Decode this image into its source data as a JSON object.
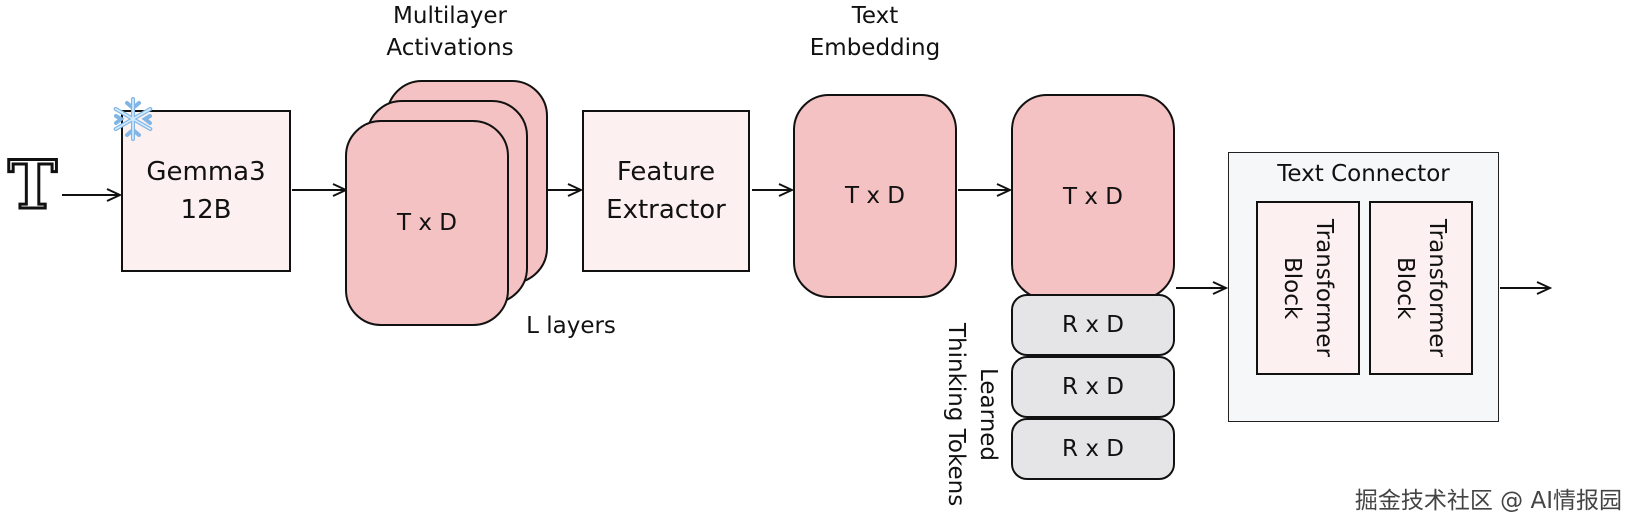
{
  "input_symbol": "T",
  "encoder": {
    "line1": "Gemma3",
    "line2": "12B",
    "frozen_icon": "snowflake-icon"
  },
  "multilayer": {
    "title_line1": "Multilayer",
    "title_line2": "Activations",
    "label": "T x D",
    "layers_label": "L layers"
  },
  "feature_extractor": {
    "line1": "Feature",
    "line2": "Extractor"
  },
  "text_embedding": {
    "title_line1": "Text",
    "title_line2": "Embedding",
    "label": "T x D"
  },
  "thinking": {
    "main_label": "T x D",
    "token_labels": [
      "R x D",
      "R x D",
      "R x D"
    ],
    "caption_line1": "Learned",
    "caption_line2": "Thinking Tokens"
  },
  "connector": {
    "title": "Text Connector",
    "blocks": [
      {
        "line1": "Transformer",
        "line2": "Block"
      },
      {
        "line1": "Transformer",
        "line2": "Block"
      }
    ]
  },
  "watermark": "掘金技术社区 @ AI情报园",
  "colors": {
    "light_pink": "#fdf0f0",
    "pink": "#f4c2c2",
    "grey": "#e5e5e8",
    "panel": "#f6f7f8",
    "stroke": "#111111"
  }
}
